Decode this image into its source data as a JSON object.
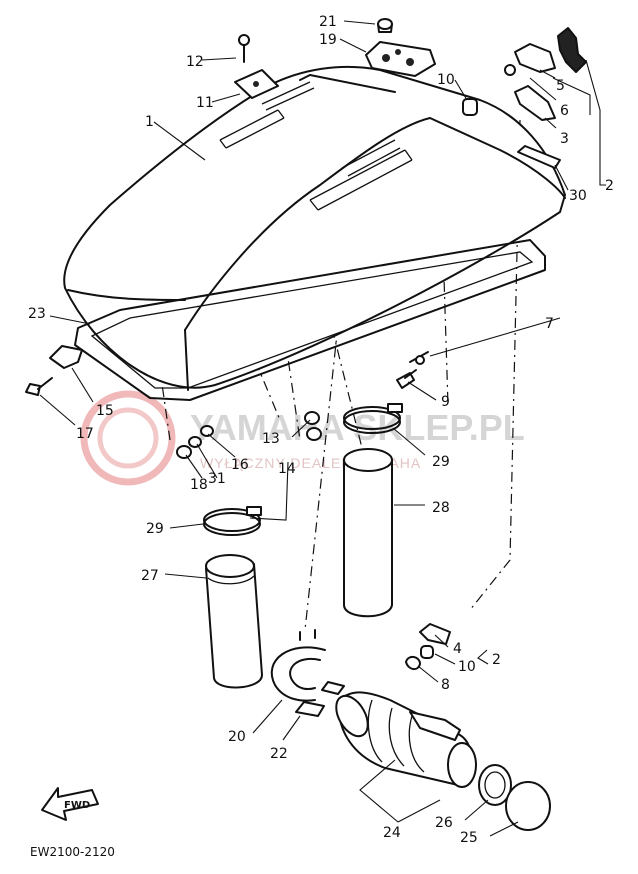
{
  "diagram": {
    "code": "EW2100-2120",
    "direction_label": "FWD",
    "watermark": {
      "brand": "YAMAHA SKLEP.PL",
      "tagline": "WYŁĄCZNY DEALER YAMAHA"
    },
    "part_labels": {
      "p1": "1",
      "p2": "2",
      "p2b": "2",
      "p3": "3",
      "p4": "4",
      "p5": "5",
      "p6": "6",
      "p7": "7",
      "p8": "8",
      "p9": "9",
      "p10": "10",
      "p10b": "10",
      "p11": "11",
      "p12": "12",
      "p13": "13",
      "p14": "14",
      "p15": "15",
      "p16": "16",
      "p17": "17",
      "p18": "18",
      "p19": "19",
      "p20": "20",
      "p21": "21",
      "p22": "22",
      "p23": "23",
      "p24": "24",
      "p25": "25",
      "p26": "26",
      "p27": "27",
      "p28": "28",
      "p29": "29",
      "p29b": "29",
      "p30": "30",
      "p31": "31"
    }
  }
}
